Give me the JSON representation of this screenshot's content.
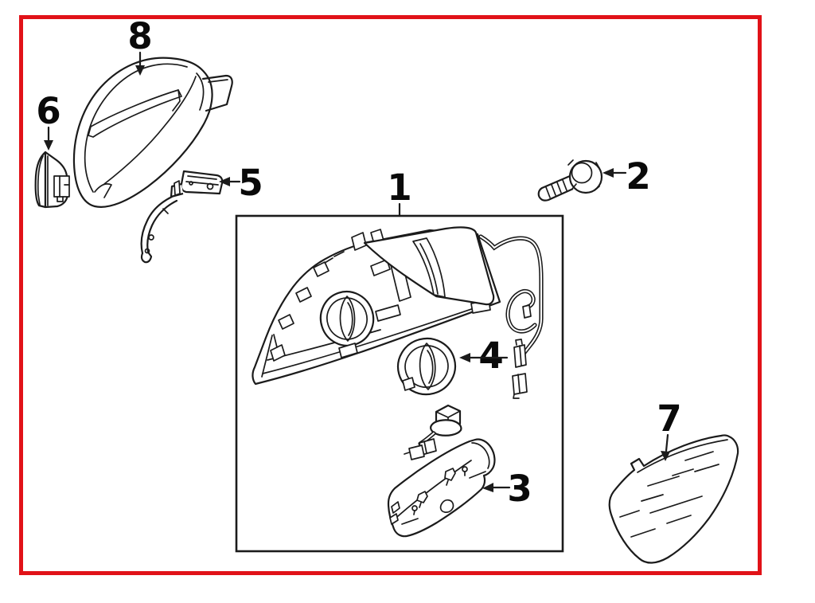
{
  "diagram": {
    "type": "exploded-parts-diagram",
    "subject": "side-mirror-assembly",
    "colors": {
      "frame": "#e11218",
      "line": "#1b1b1b",
      "background": "#ffffff"
    },
    "parts": [
      {
        "number": "1",
        "name": "mirror-assembly"
      },
      {
        "number": "2",
        "name": "mounting-bolt"
      },
      {
        "number": "3",
        "name": "lower-cover"
      },
      {
        "number": "4",
        "name": "motor-bezel-ring"
      },
      {
        "number": "5",
        "name": "mounting-bracket-arm"
      },
      {
        "number": "6",
        "name": "corner-cover"
      },
      {
        "number": "7",
        "name": "mirror-glass"
      },
      {
        "number": "8",
        "name": "mirror-housing-cap"
      }
    ]
  }
}
